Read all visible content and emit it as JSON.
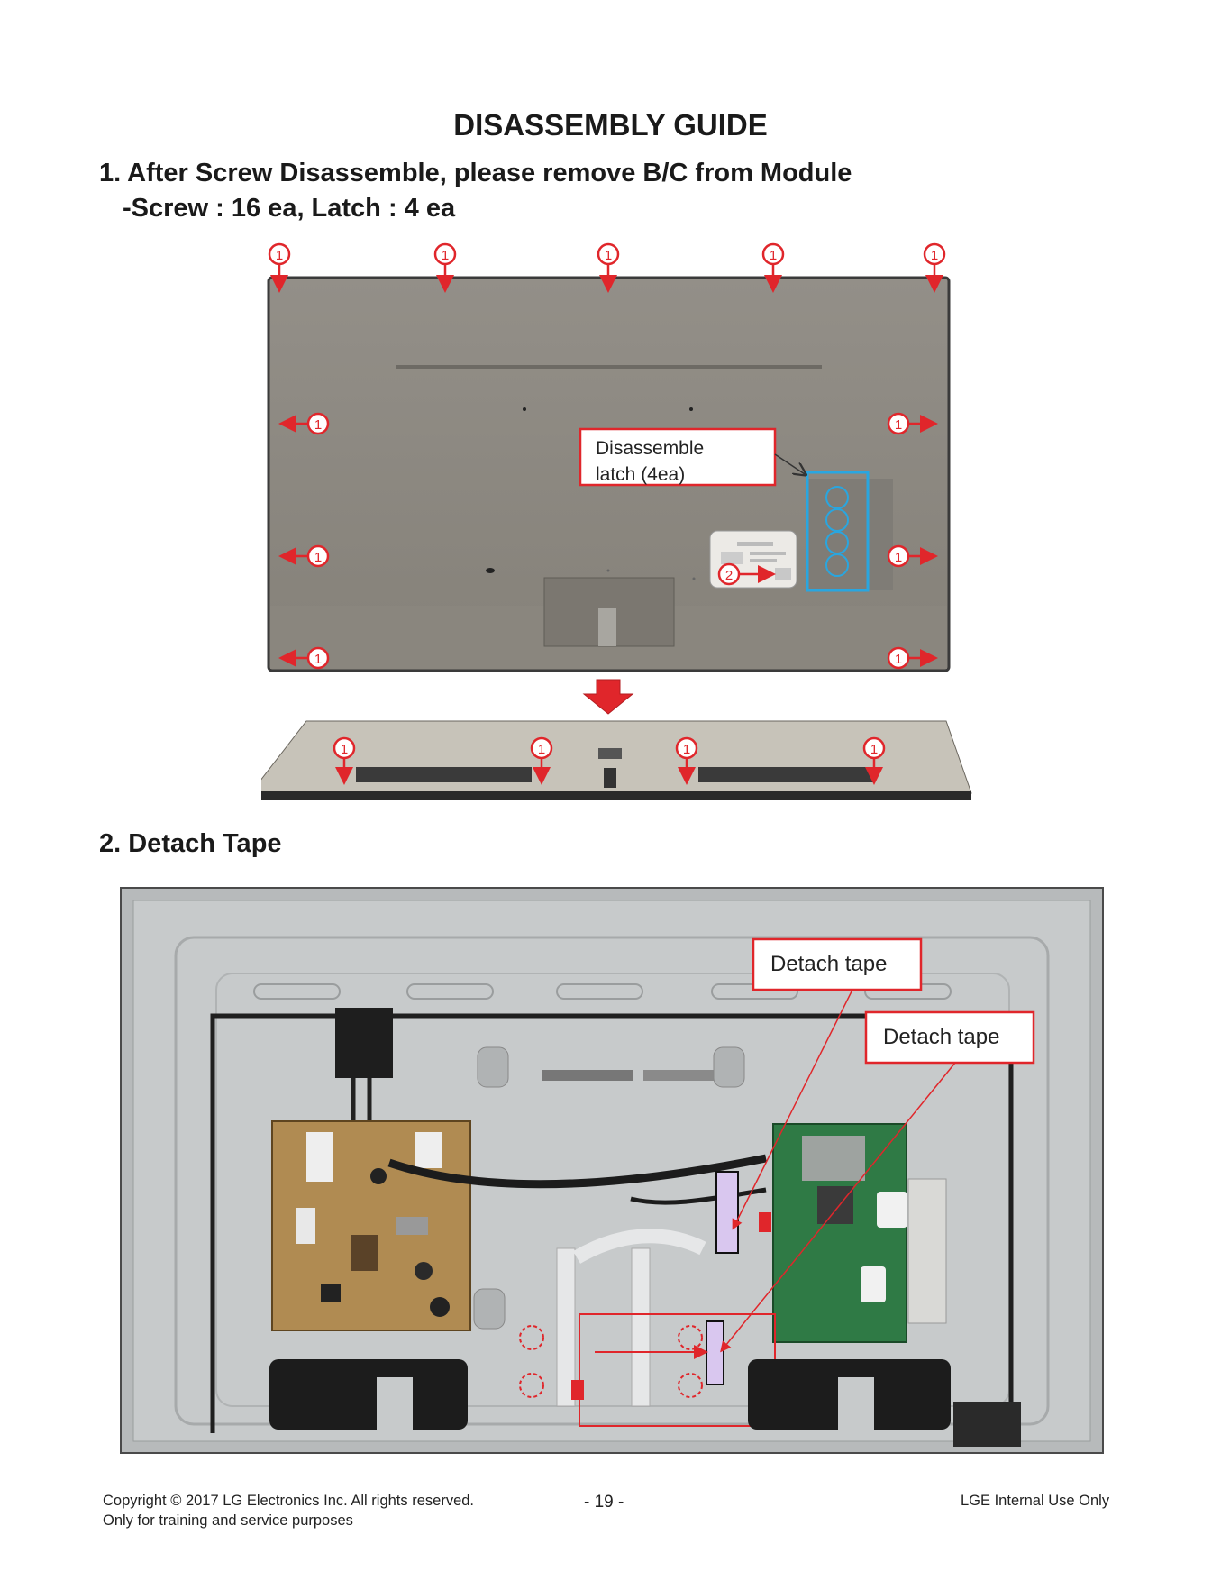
{
  "document": {
    "title": "DISASSEMBLY GUIDE",
    "step1": {
      "heading": "1. After Screw  Disassemble, please remove B/C from Module",
      "sub": "-Screw : 16 ea, Latch : 4 ea",
      "callout": [
        "Disassemble",
        "latch (4ea)"
      ],
      "screw_marker": "1",
      "latch_marker": "2"
    },
    "step2": {
      "heading": "2. Detach Tape",
      "callouts": [
        "Detach tape",
        "Detach tape"
      ]
    }
  },
  "colors": {
    "marker_red": "#e0262b",
    "latch_blue": "#29a6e0",
    "back_cover": "#8c8880",
    "chassis": "#c3c6c7",
    "pcb_brown": "#b08b52",
    "pcb_green": "#2f7a45"
  },
  "footer": {
    "copyright": "Copyright © 2017 LG Electronics Inc. All rights reserved.",
    "note": "Only for training and service purposes",
    "page": "- 19 -",
    "classification": "LGE Internal Use Only"
  }
}
